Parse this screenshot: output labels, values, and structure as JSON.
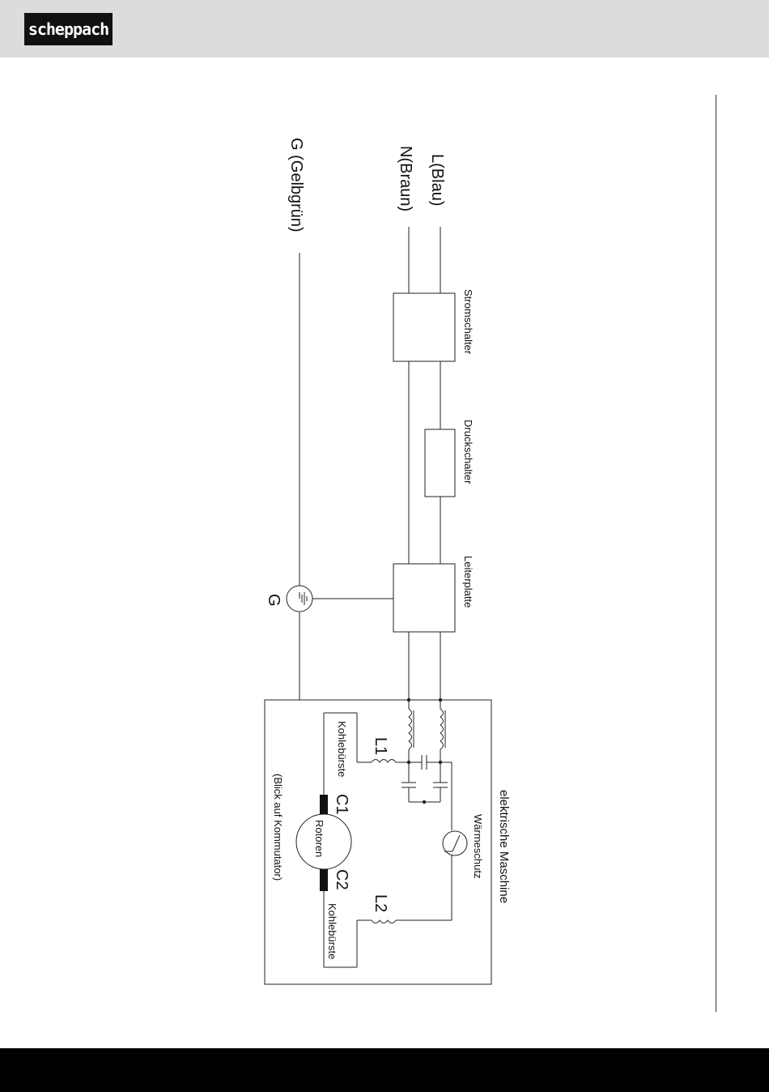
{
  "brand": {
    "logo_text": "scheppach"
  },
  "colors": {
    "header_bg": "#dcdcdc",
    "footer_bg": "#000000",
    "line": "#222222"
  },
  "diagram": {
    "labels": {
      "line_l": "L(Blau)",
      "line_n": "N(Braun)",
      "line_g": "G (Gelbgrün)",
      "power_switch": "Stromschalter",
      "pressure_switch": "Druckschalter",
      "circuit_board": "Leiterplatte",
      "ground": "G",
      "machine": "elektrische  Maschine",
      "thermal_protection": "Wärmeschutz",
      "coil_1": "L1",
      "coil_2": "L2",
      "brush_1": "C1",
      "brush_2": "C2",
      "carbon_brush_1": "Kohlebürste",
      "carbon_brush_2": "Kohlebürste",
      "rotor": "Rotoren",
      "commutator_view": "(Blick auf Kommutator)"
    }
  }
}
